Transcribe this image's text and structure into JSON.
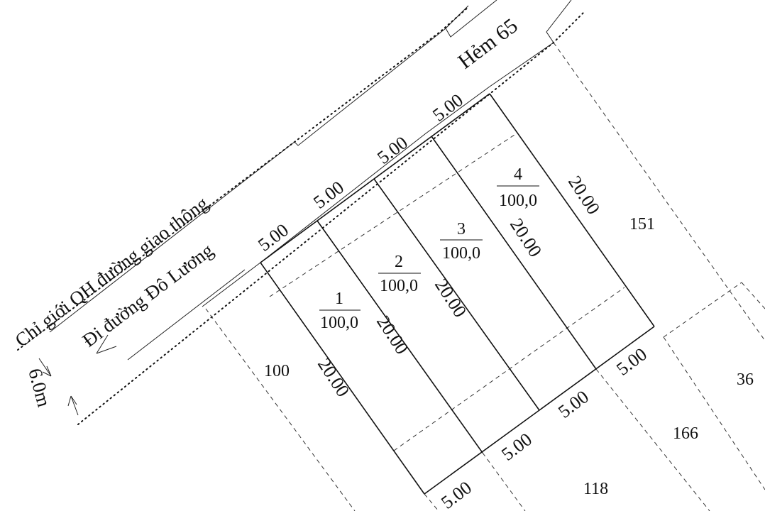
{
  "labels": {
    "road_boundary": "Chỉ giới QH đường giao thông",
    "road_name": "Đi đường Đô Lương",
    "alley": "Hẻm 65",
    "road_width": "6.0m"
  },
  "lots": [
    {
      "number": "1",
      "area": "100,0",
      "side_left": "20.00",
      "side_right": "20.00",
      "front": "5.00",
      "back": "5.00"
    },
    {
      "number": "2",
      "area": "100,0",
      "side_right": "20.00",
      "front": "5.00",
      "back": "5.00"
    },
    {
      "number": "3",
      "area": "100,0",
      "side_right": "20.00",
      "front": "5.00",
      "back": "5.00"
    },
    {
      "number": "4",
      "area": "100,0",
      "side_right": "20.00",
      "front": "5.00",
      "back": "5.00"
    }
  ],
  "neighbors": [
    "100",
    "151",
    "36",
    "166",
    "118"
  ]
}
